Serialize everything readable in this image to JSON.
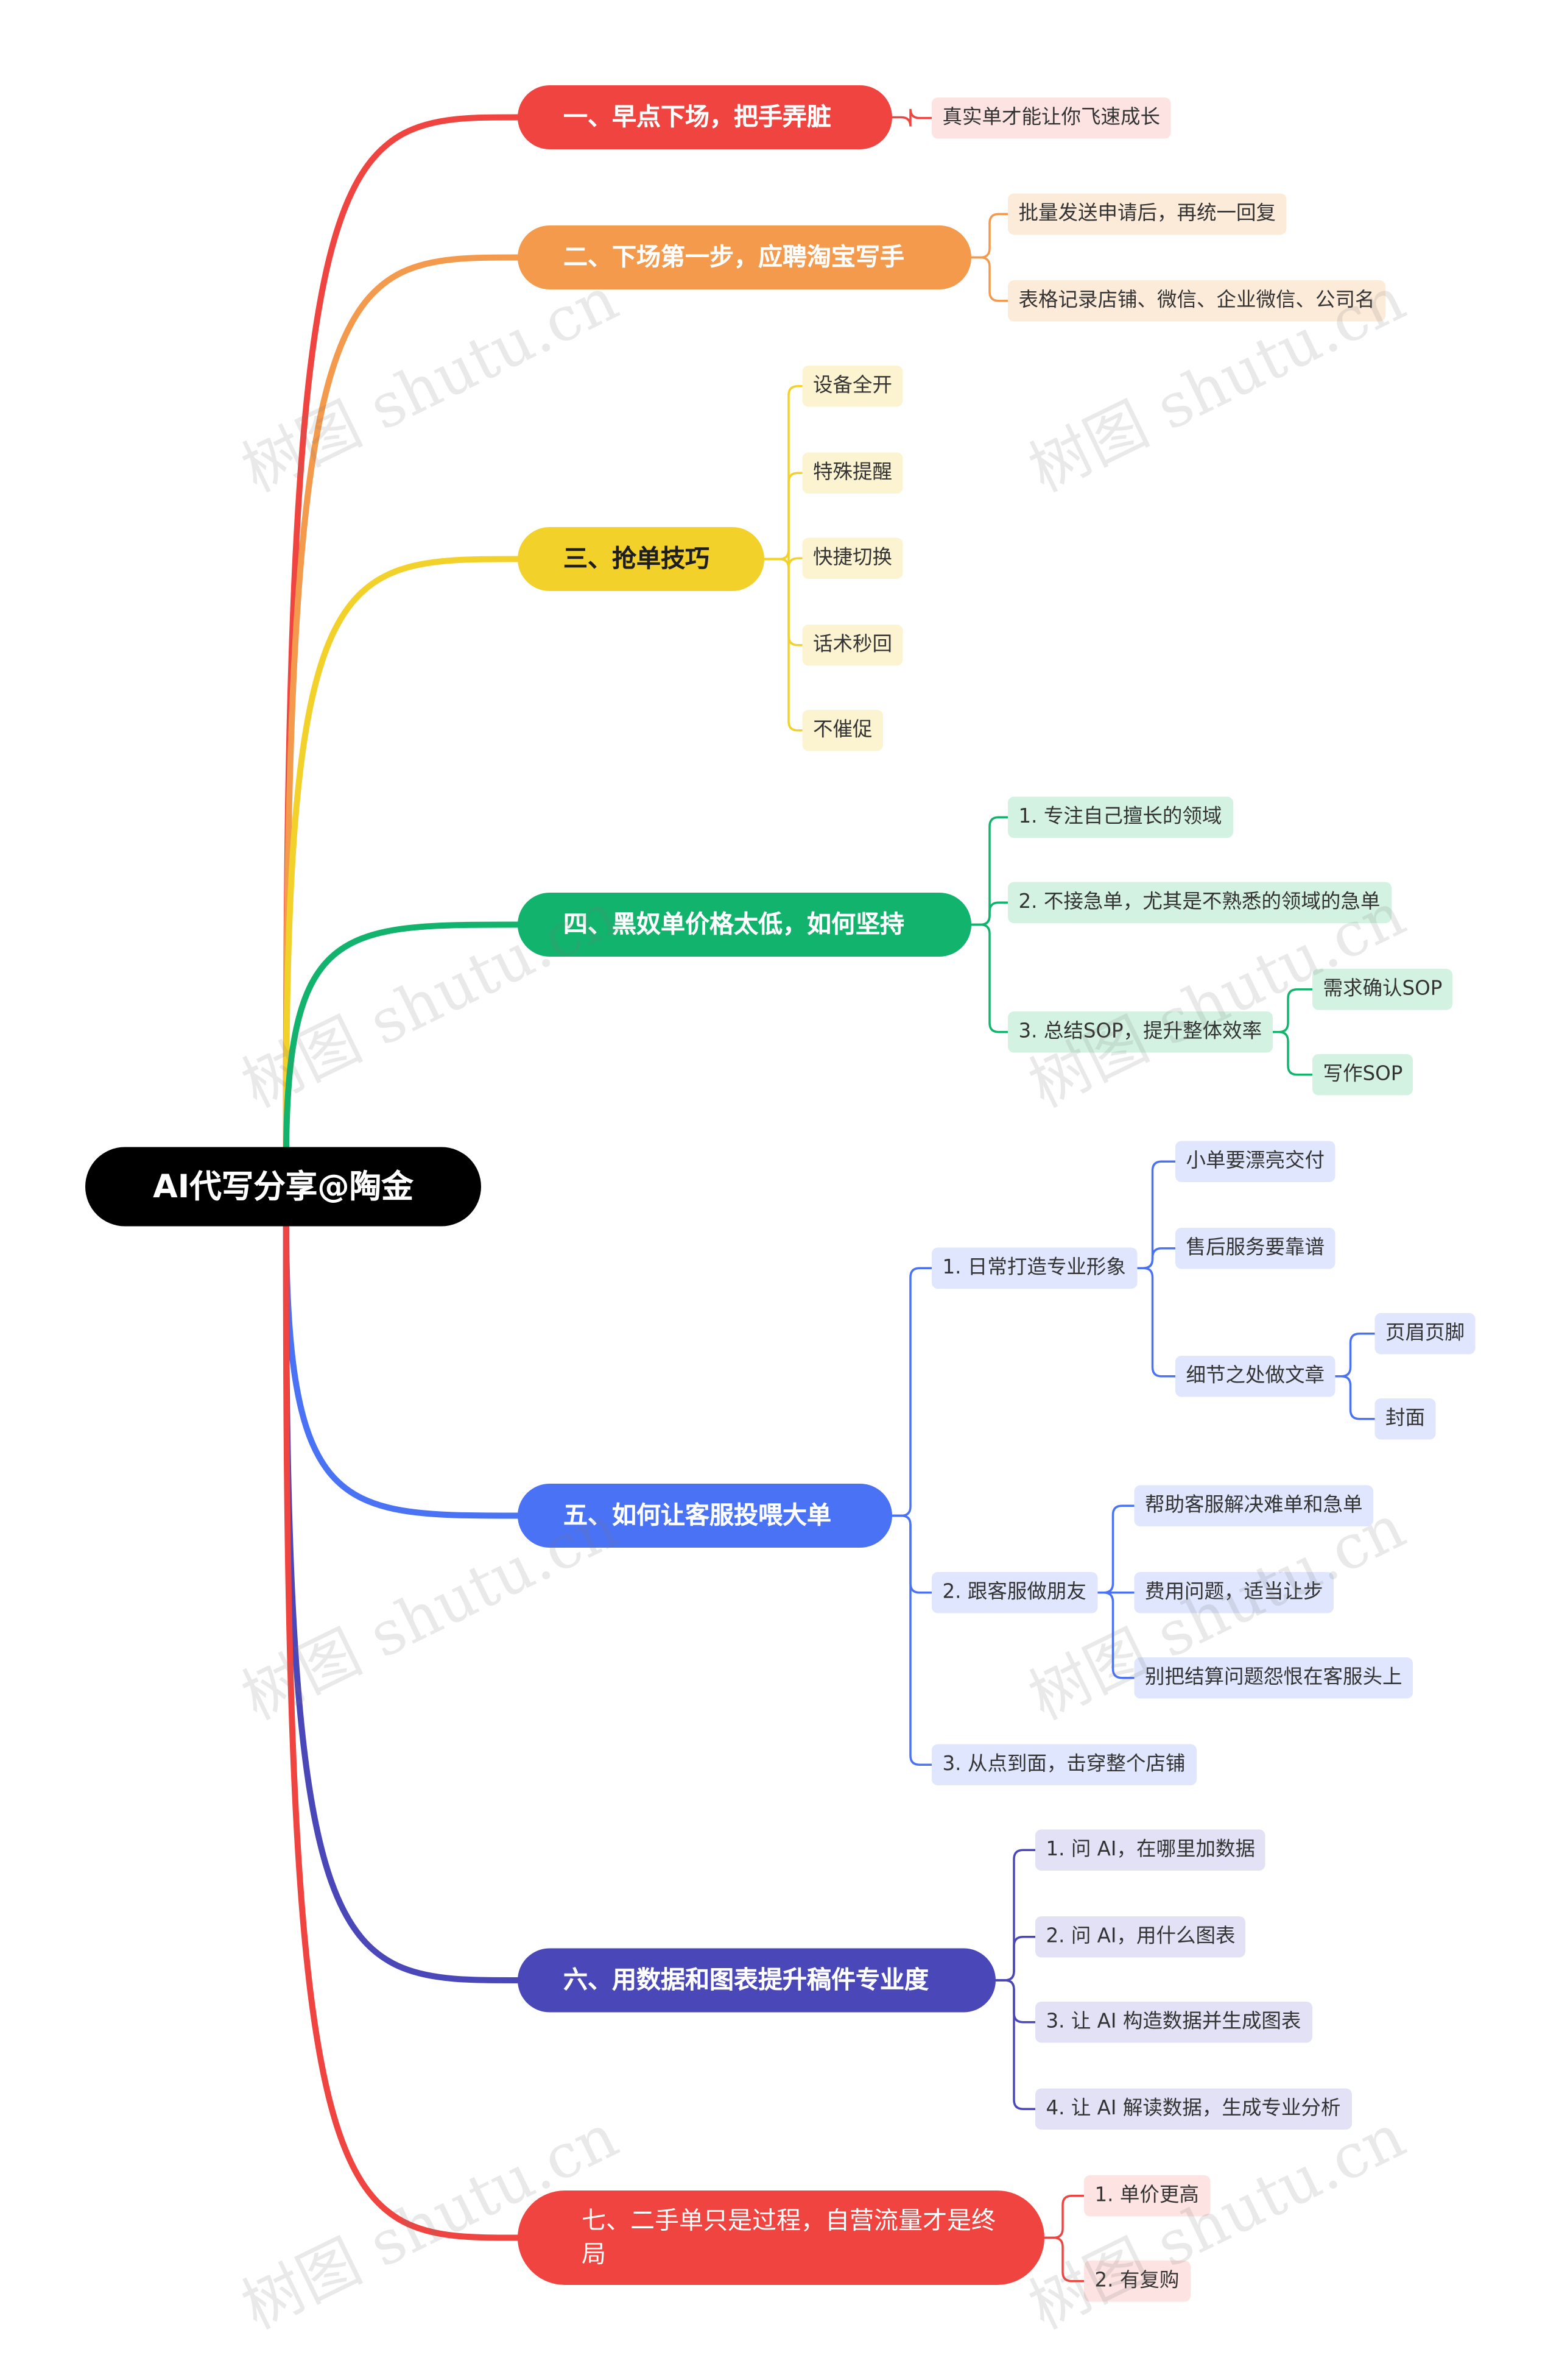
{
  "root": "AI代写分享@陶金",
  "colors": {
    "b1": "#f04440",
    "b1_leaf": "#fde3e2",
    "b2": "#f39a4d",
    "b2_leaf": "#fdebd9",
    "b3": "#f2d22a",
    "b3_leaf": "#fcf4d1",
    "b4": "#12b36d",
    "b4_leaf": "#d3f2e2",
    "b5": "#4a72f5",
    "b5_leaf": "#dfe6fd",
    "b6": "#4a47b8",
    "b6_leaf": "#e2e1f6",
    "b7": "#f04440",
    "b7_leaf": "#fde3e2"
  },
  "branches": [
    {
      "label": "一、早点下场，把手弄脏",
      "children": [
        "真实单才能让你飞速成长"
      ]
    },
    {
      "label": "二、下场第一步，应聘淘宝写手",
      "children": [
        "批量发送申请后，再统一回复",
        "表格记录店铺、微信、企业微信、公司名"
      ]
    },
    {
      "label": "三、抢单技巧",
      "children": [
        "设备全开",
        "特殊提醒",
        "快捷切换",
        "话术秒回",
        "不催促"
      ]
    },
    {
      "label": "四、黑奴单价格太低，如何坚持",
      "children": [
        "1. 专注自己擅长的领域",
        "2. 不接急单，尤其是不熟悉的领域的急单",
        "3. 总结SOP，提升整体效率"
      ],
      "sub": [
        "需求确认SOP",
        "写作SOP"
      ]
    },
    {
      "label": "五、如何让客服投喂大单",
      "children": [
        "1. 日常打造专业形象",
        "2. 跟客服做朋友",
        "3. 从点到面，击穿整个店铺"
      ],
      "sub1": [
        "小单要漂亮交付",
        "售后服务要靠谱",
        "细节之处做文章"
      ],
      "sub1c": [
        "页眉页脚",
        "封面"
      ],
      "sub2": [
        "帮助客服解决难单和急单",
        "费用问题，适当让步",
        "别把结算问题怨恨在客服头上"
      ]
    },
    {
      "label": "六、用数据和图表提升稿件专业度",
      "children": [
        "1. 问 AI，在哪里加数据",
        "2. 问 AI，用什么图表",
        "3. 让 AI 构造数据并生成图表",
        "4. 让 AI 解读数据，生成专业分析"
      ]
    },
    {
      "label": "七、二手单只是过程，自营流量才是终局",
      "children": [
        "1. 单价更高",
        "2. 有复购"
      ]
    }
  ],
  "watermark": "树图 shutu.cn"
}
